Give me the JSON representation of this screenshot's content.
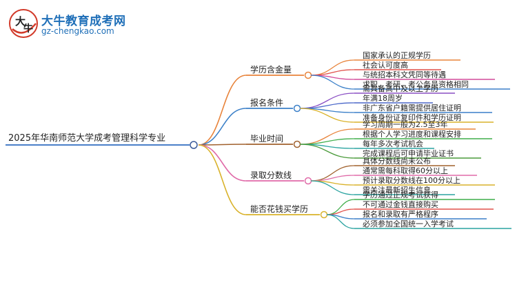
{
  "site": {
    "title": "大牛教育成考网",
    "url": "gz-chengkao.com",
    "mark_chars": [
      "大",
      "牛"
    ]
  },
  "root": "2025年华南师范大学成考管理科学专业",
  "branches": [
    {
      "label": "学历含金量",
      "color": "#e8833a",
      "leaves": [
        {
          "text": "国家承认的正规学历",
          "color": "#e8833a"
        },
        {
          "text": "社会认可度高",
          "color": "#e0504a"
        },
        {
          "text": "与统招本科文凭同等待遇",
          "color": "#d24a9a"
        },
        {
          "text": "求职、考研、考公务员资格相同",
          "color": "#3a7fc8"
        }
      ]
    },
    {
      "label": "报名条件",
      "color": "#3a7fc8",
      "leaves": [
        {
          "text": "需具备高中及以上学历",
          "color": "#8a4fc4"
        },
        {
          "text": "年满18周岁",
          "color": "#4a67c9"
        },
        {
          "text": "非广东省户籍需提供居住证明",
          "color": "#3a7fc8"
        },
        {
          "text": "准备身份证复印件和学历证明",
          "color": "#d9b22a"
        }
      ]
    },
    {
      "label": "毕业时间",
      "color": "#a0602c",
      "leaves": [
        {
          "text": "学习周期一般为2.5至3年",
          "color": "#e8833a"
        },
        {
          "text": "根据个人学习进度和课程安排",
          "color": "#3fae4a"
        },
        {
          "text": "每年多次考试机会",
          "color": "#2aa3a0"
        },
        {
          "text": "完成课程后可申请毕业证书",
          "color": "#4a9a3a"
        }
      ]
    },
    {
      "label": "录取分数线",
      "color": "#e06aa8",
      "leaves": [
        {
          "text": "具体分数线尚未公布",
          "color": "#a0602c"
        },
        {
          "text": "通常需每科取得60分以上",
          "color": "#e06aa8"
        },
        {
          "text": "预计录取分数线在100分以上",
          "color": "#d9b22a"
        },
        {
          "text": "需关注最新招生信息",
          "color": "#2aa3a0"
        }
      ]
    },
    {
      "label": "能否花钱买学历",
      "color": "#d9b22a",
      "leaves": [
        {
          "text": "学历通过正规考试获得",
          "color": "#3fae4a"
        },
        {
          "text": "不可通过金钱直接购买",
          "color": "#e0504a"
        },
        {
          "text": "报名和录取有严格程序",
          "color": "#3a7fc8"
        },
        {
          "text": "必须参加全国统一入学考试",
          "color": "#2aa3a0"
        }
      ]
    }
  ]
}
